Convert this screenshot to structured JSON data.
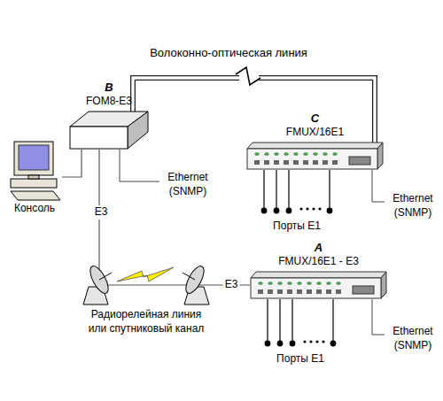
{
  "diagram": {
    "nodes": [
      {
        "text": [
          "B",
          "FOM8-E3"
        ]
      },
      {
        "text": [
          "C",
          "FMUX/16E1"
        ]
      },
      {
        "text": [
          "Консоль"
        ]
      },
      {
        "text": [
          "A",
          "FMUX/16E1 - E3"
        ]
      }
    ],
    "edges": [
      {
        "from": 0,
        "to": 1,
        "arrow": "none",
        "label": "Волоконно-оптическая линия"
      },
      {
        "from": 0,
        "to": 3,
        "arrow": "none"
      },
      {
        "from": 0,
        "to": 2,
        "arrow": "none"
      }
    ],
    "labels": [
      "E3",
      "E3",
      "Ethernet (SNMP)",
      "Ethernet (SNMP)",
      "Ethernet (SNMP)",
      "Порты E1",
      "Порты E1",
      "Радиорелейная линия или спутниковый канал"
    ]
  }
}
